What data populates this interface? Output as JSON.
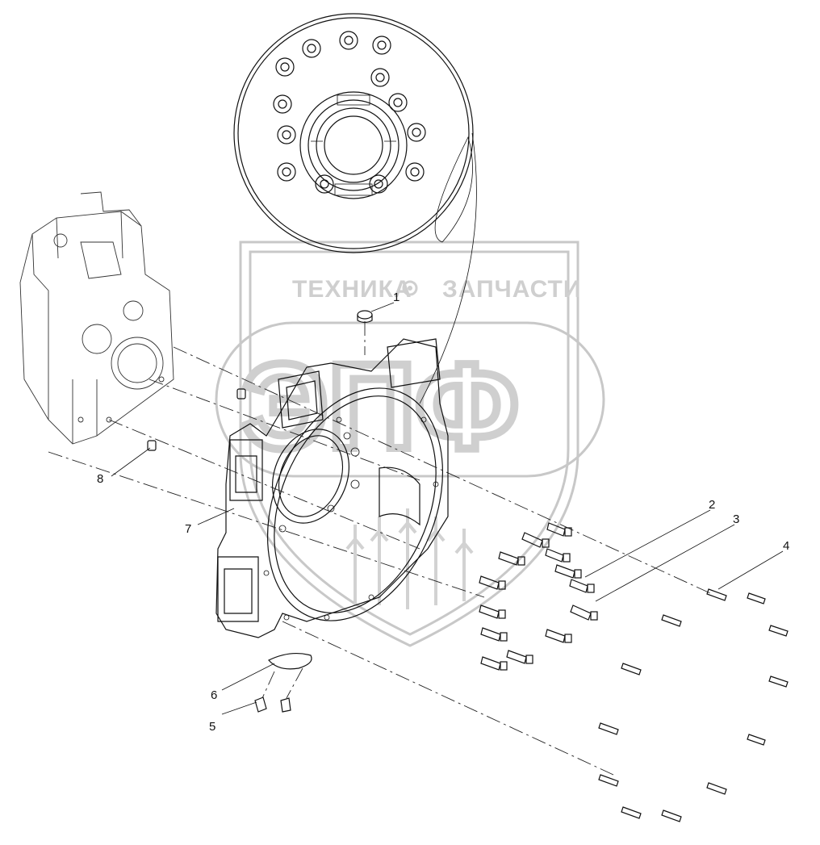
{
  "watermark": {
    "left_text": "ТЕХНИКА",
    "right_text": "ЗАПЧАСТИ",
    "big_text": "ЭПФ",
    "color": "#cfcfcf"
  },
  "callouts": [
    {
      "id": "1",
      "label": "1"
    },
    {
      "id": "2",
      "label": "2"
    },
    {
      "id": "3",
      "label": "3"
    },
    {
      "id": "4",
      "label": "4"
    },
    {
      "id": "5",
      "label": "5"
    },
    {
      "id": "6",
      "label": "6"
    },
    {
      "id": "7",
      "label": "7"
    },
    {
      "id": "8",
      "label": "8"
    }
  ]
}
